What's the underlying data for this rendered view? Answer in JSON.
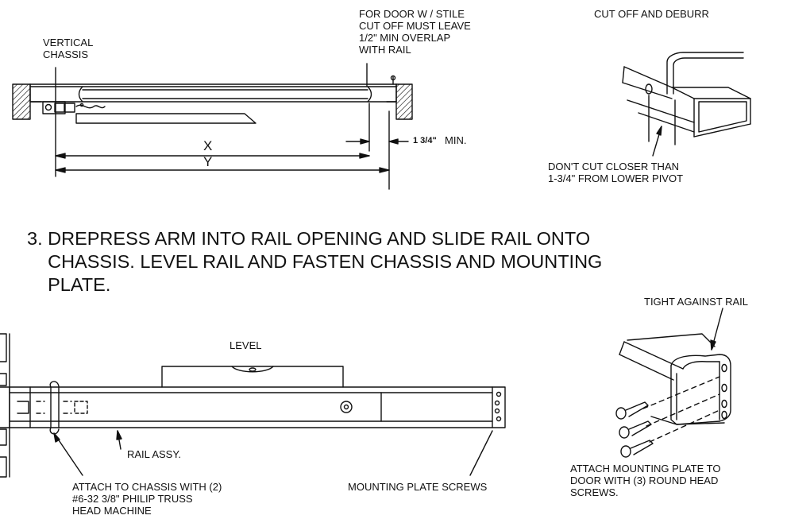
{
  "labels": {
    "vertical_chassis": "VERTICAL\nCHASSIS",
    "stile_note": "FOR DOOR W / STILE\nCUT OFF MUST LEAVE\n1/2\" MIN OVERLAP\nWITH RAIL",
    "dim_x": "X",
    "dim_y": "Y",
    "min_dim_num": "1 3/4\"",
    "min_dim_word": "MIN.",
    "cut_off": "CUT OFF AND DEBURR",
    "dont_cut": "DON'T CUT CLOSER THAN\n1-3/4\" FROM LOWER PIVOT",
    "step3": "3. DREPRESS ARM INTO RAIL OPENING AND SLIDE RAIL ONTO\n    CHASSIS. LEVEL RAIL AND FASTEN CHASSIS AND MOUNTING\n    PLATE.",
    "level": "LEVEL",
    "rail_assy": "RAIL ASSY.",
    "attach_chassis": "ATTACH TO CHASSIS WITH (2)\n#6-32 3/8\" PHILIP TRUSS\nHEAD MACHINE",
    "mounting_screws": "MOUNTING PLATE SCREWS",
    "tight_against": "TIGHT AGAINST RAIL",
    "attach_plate": "ATTACH MOUNTING PLATE TO\nDOOR WITH (3) ROUND HEAD\nSCREWS."
  },
  "colors": {
    "ink": "#111111",
    "paper": "#ffffff"
  }
}
